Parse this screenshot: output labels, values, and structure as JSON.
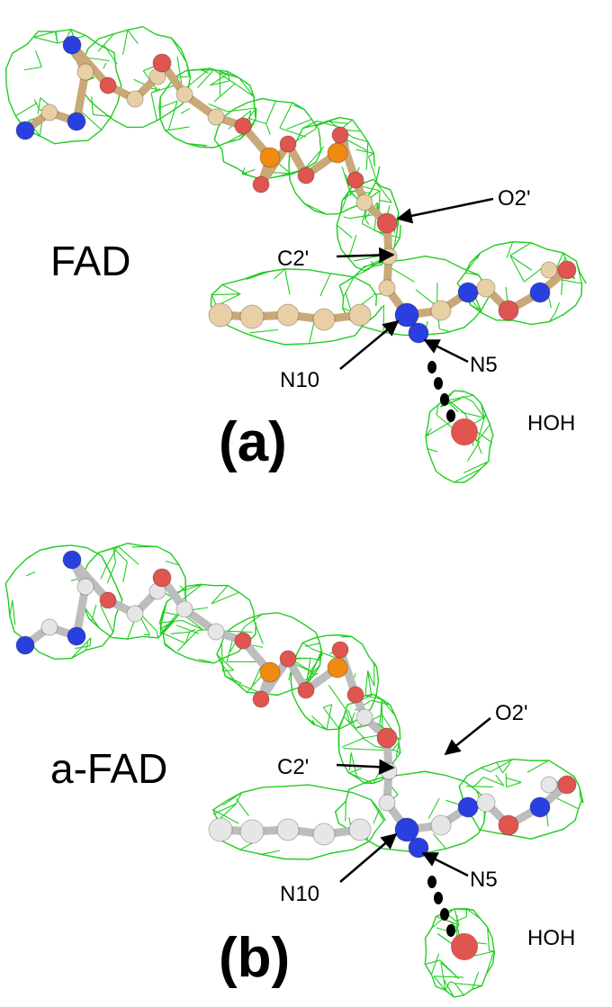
{
  "panels": [
    {
      "id": "a",
      "ligand_label": "FAD",
      "panel_label": "(a)",
      "atom_labels": {
        "o2": "O2'",
        "c2": "C2'",
        "n10": "N10",
        "n5": "N5",
        "hoh": "HOH"
      },
      "colors": {
        "carbon": "#e9cfa6",
        "carbon_dark": "#c9a979"
      }
    },
    {
      "id": "b",
      "ligand_label": "a-FAD",
      "panel_label": "(b)",
      "atom_labels": {
        "o2": "O2'",
        "c2": "C2'",
        "n10": "N10",
        "n5": "N5",
        "hoh": "HOH"
      },
      "colors": {
        "carbon": "#e6e6e6",
        "carbon_dark": "#bdbdbd"
      }
    }
  ],
  "colors": {
    "mesh": "#22cc22",
    "oxygen": "#e0554f",
    "nitrogen": "#2a3fe0",
    "phosphorus": "#f08a10",
    "hbond": "#000000"
  }
}
